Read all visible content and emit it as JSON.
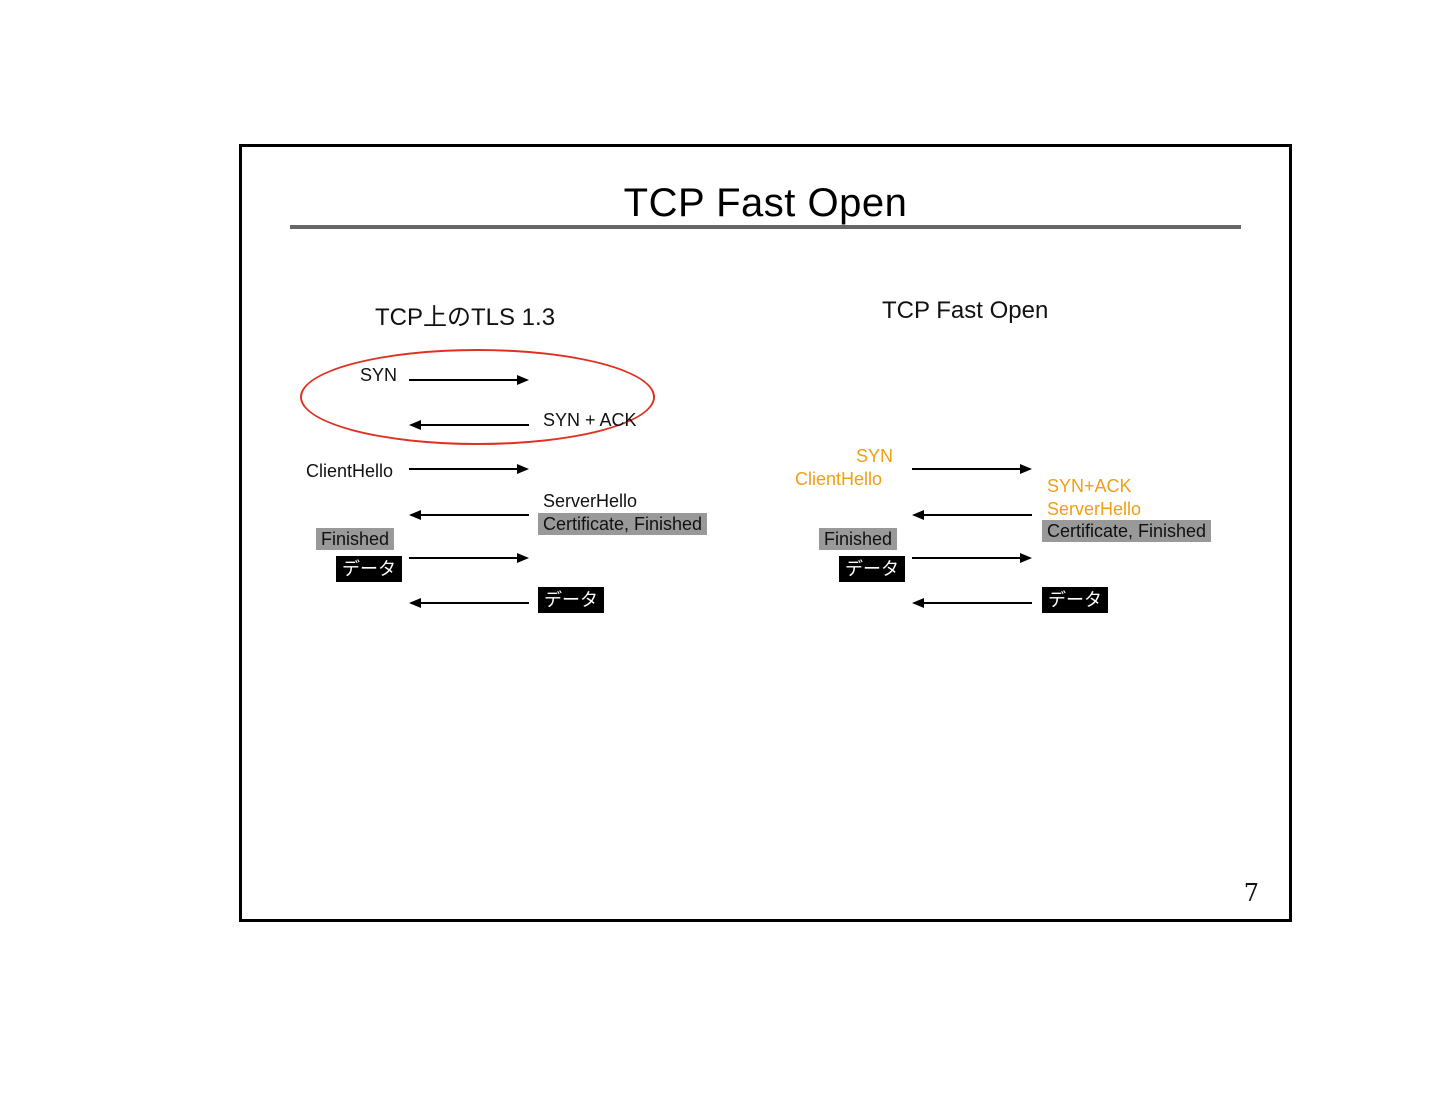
{
  "slide": {
    "title": "TCP Fast Open",
    "page_number": "7"
  },
  "left": {
    "heading": "TCP上のTLS 1.3",
    "syn": "SYN",
    "syn_ack": "SYN + ACK",
    "client_hello": "ClientHello",
    "server_hello": "ServerHello",
    "cert_finished": "Certificate, Finished",
    "finished": "Finished",
    "data_client": "データ",
    "data_server": "データ"
  },
  "right": {
    "heading": "TCP Fast Open",
    "syn": "SYN",
    "client_hello": "ClientHello",
    "syn_ack": "SYN+ACK",
    "server_hello": "ServerHello",
    "cert_finished": "Certificate, Finished",
    "finished": "Finished",
    "data_client": "データ",
    "data_server": "データ"
  },
  "colors": {
    "highlight_ellipse": "#e03020",
    "tfo_text": "#f0a010",
    "gray_box": "#999999",
    "black_box": "#000000"
  }
}
